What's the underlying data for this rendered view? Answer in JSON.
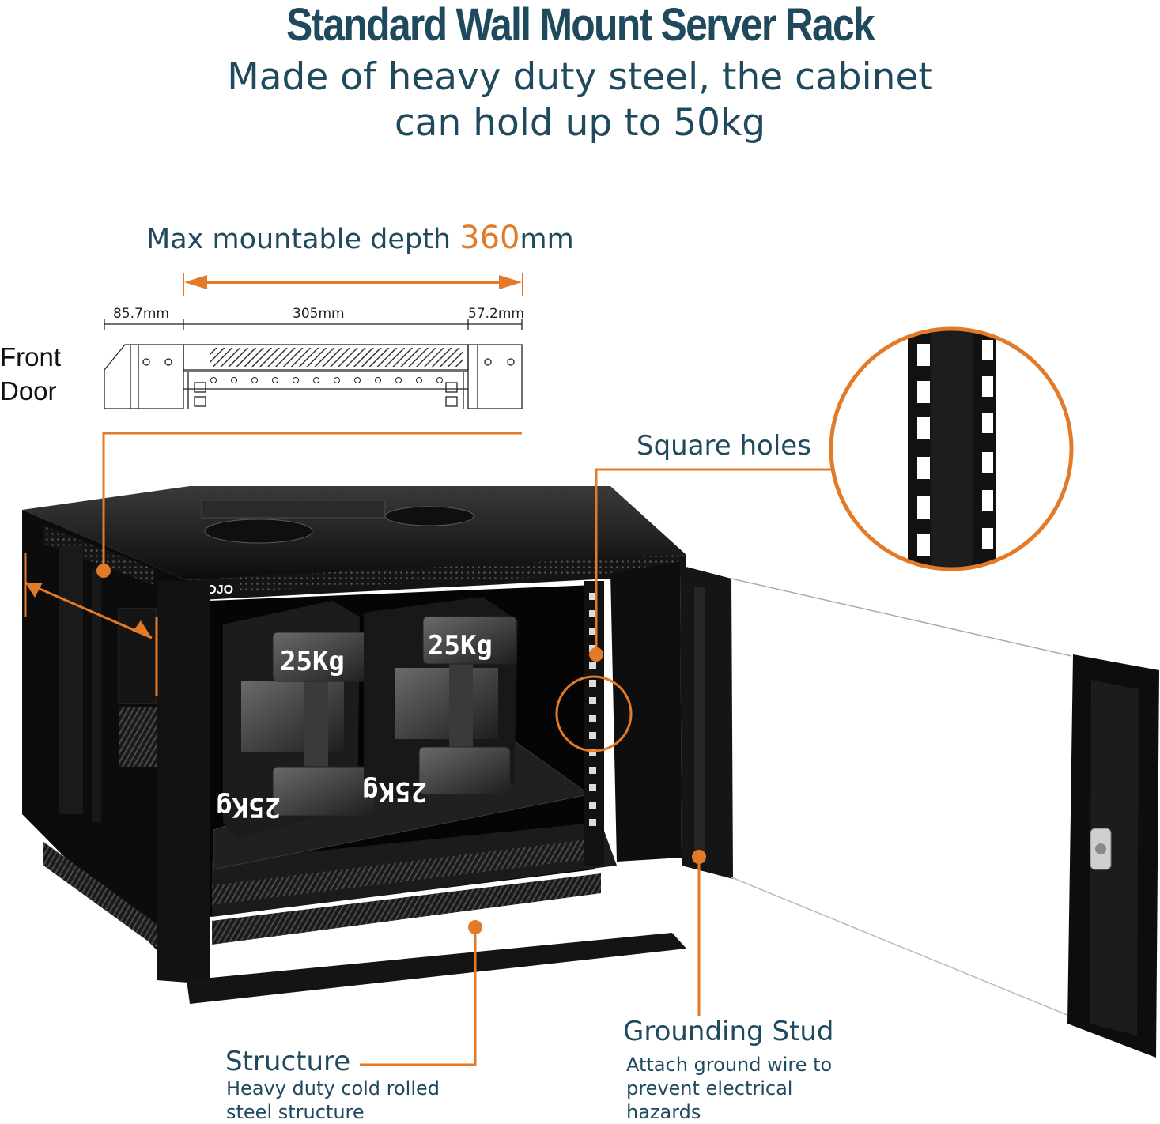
{
  "header": {
    "title": "Standard Wall Mount Server Rack",
    "subtitle_line1": "Made of heavy duty steel, the cabinet",
    "subtitle_line2": "can hold up to 50kg"
  },
  "depth": {
    "prefix": "Max mountable depth ",
    "value": "360",
    "unit": "mm"
  },
  "dimensions": {
    "front": "85.7mm",
    "middle": "305mm",
    "rear": "57.2mm"
  },
  "front_door_label": [
    "Front",
    "Door"
  ],
  "weights": [
    "25Kg",
    "25Kg",
    "25Kg",
    "25Kg"
  ],
  "brand": "MOJO",
  "callouts": {
    "square_holes": {
      "title": "Square holes"
    },
    "grounding_stud": {
      "title": "Grounding Stud",
      "desc": "Attach ground wire to prevent electrical hazards"
    },
    "structure": {
      "title": "Structure",
      "desc": "Heavy duty cold rolled steel structure"
    }
  },
  "colors": {
    "accent": "#e27a28",
    "text": "#1f4a5e",
    "metal": "#111111"
  }
}
